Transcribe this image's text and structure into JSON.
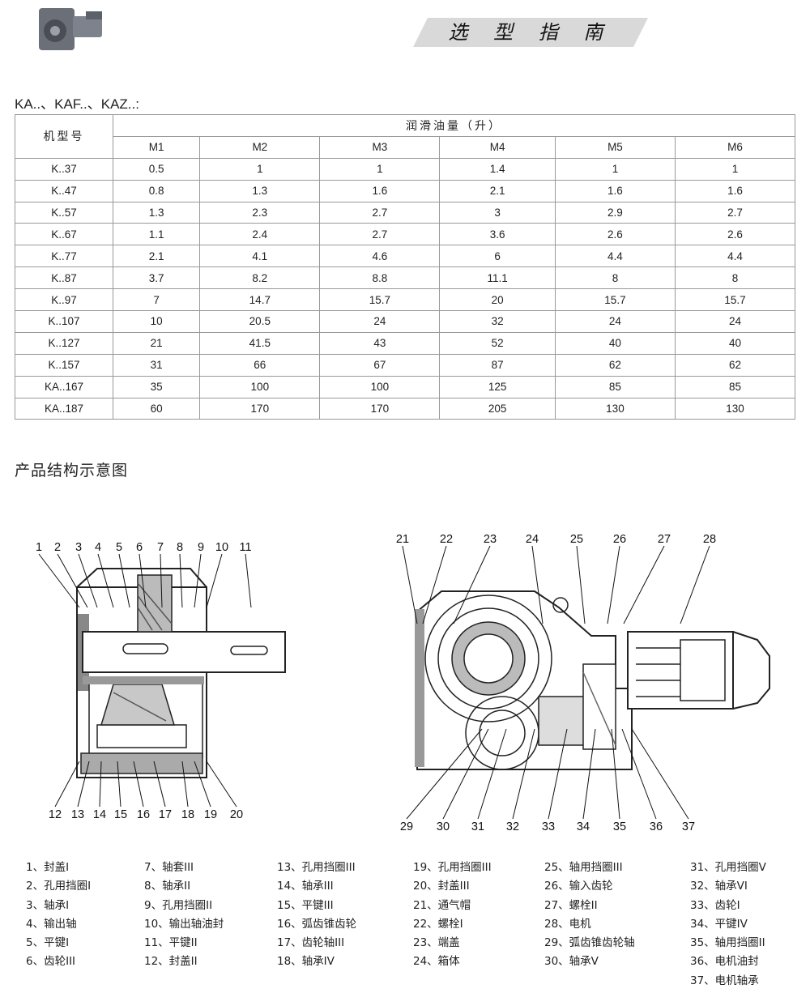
{
  "header": {
    "title": "选 型 指 南"
  },
  "table_title": "KA..、KAF..、KAZ..:",
  "table": {
    "model_header": "机型号",
    "group_header": "润滑油量（升）",
    "columns": [
      "M1",
      "M2",
      "M3",
      "M4",
      "M5",
      "M6"
    ],
    "rows": [
      [
        "K..37",
        "0.5",
        "1",
        "1",
        "1.4",
        "1",
        "1"
      ],
      [
        "K..47",
        "0.8",
        "1.3",
        "1.6",
        "2.1",
        "1.6",
        "1.6"
      ],
      [
        "K..57",
        "1.3",
        "2.3",
        "2.7",
        "3",
        "2.9",
        "2.7"
      ],
      [
        "K..67",
        "1.1",
        "2.4",
        "2.7",
        "3.6",
        "2.6",
        "2.6"
      ],
      [
        "K..77",
        "2.1",
        "4.1",
        "4.6",
        "6",
        "4.4",
        "4.4"
      ],
      [
        "K..87",
        "3.7",
        "8.2",
        "8.8",
        "11.1",
        "8",
        "8"
      ],
      [
        "K..97",
        "7",
        "14.7",
        "15.7",
        "20",
        "15.7",
        "15.7"
      ],
      [
        "K..107",
        "10",
        "20.5",
        "24",
        "32",
        "24",
        "24"
      ],
      [
        "K..127",
        "21",
        "41.5",
        "43",
        "52",
        "40",
        "40"
      ],
      [
        "K..157",
        "31",
        "66",
        "67",
        "87",
        "62",
        "62"
      ],
      [
        "KA..167",
        "35",
        "100",
        "100",
        "125",
        "85",
        "85"
      ],
      [
        "KA..187",
        "60",
        "170",
        "170",
        "205",
        "130",
        "130"
      ]
    ]
  },
  "section_title": "产品结构示意图",
  "diagram": {
    "left_top_numbers": [
      "1",
      "2",
      "3",
      "4",
      "5",
      "6",
      "7",
      "8",
      "9",
      "10",
      "11"
    ],
    "left_bottom_numbers": [
      "12",
      "13",
      "14",
      "15",
      "16",
      "17",
      "18",
      "19",
      "20"
    ],
    "right_top_numbers": [
      "21",
      "22",
      "23",
      "24",
      "25",
      "26",
      "27",
      "28"
    ],
    "right_bottom_numbers": [
      "29",
      "30",
      "31",
      "32",
      "33",
      "34",
      "35",
      "36",
      "37"
    ]
  },
  "legend": [
    [
      "1、封盖I",
      "2、孔用挡圈I",
      "3、轴承I",
      "4、输出轴",
      "5、平键I",
      "6、齿轮III"
    ],
    [
      "7、轴套III",
      "8、轴承II",
      "9、孔用挡圈II",
      "10、输出轴油封",
      "11、平键II",
      "12、封盖II"
    ],
    [
      "13、孔用挡圈III",
      "14、轴承III",
      "15、平键III",
      "16、弧齿锥齿轮",
      "17、齿轮轴III",
      "18、轴承IV"
    ],
    [
      "19、孔用挡圈III",
      "20、封盖III",
      "21、通气帽",
      "22、螺栓I",
      "23、端盖",
      "24、箱体"
    ],
    [
      "25、轴用挡圈III",
      "26、输入齿轮",
      "27、螺栓II",
      "28、电机",
      "29、弧齿锥齿轮轴",
      "30、轴承V"
    ],
    [
      "31、孔用挡圈V",
      "32、轴承VI",
      "33、齿轮I",
      "34、平键IV",
      "35、轴用挡圈II",
      "36、电机油封",
      "37、电机轴承"
    ]
  ]
}
